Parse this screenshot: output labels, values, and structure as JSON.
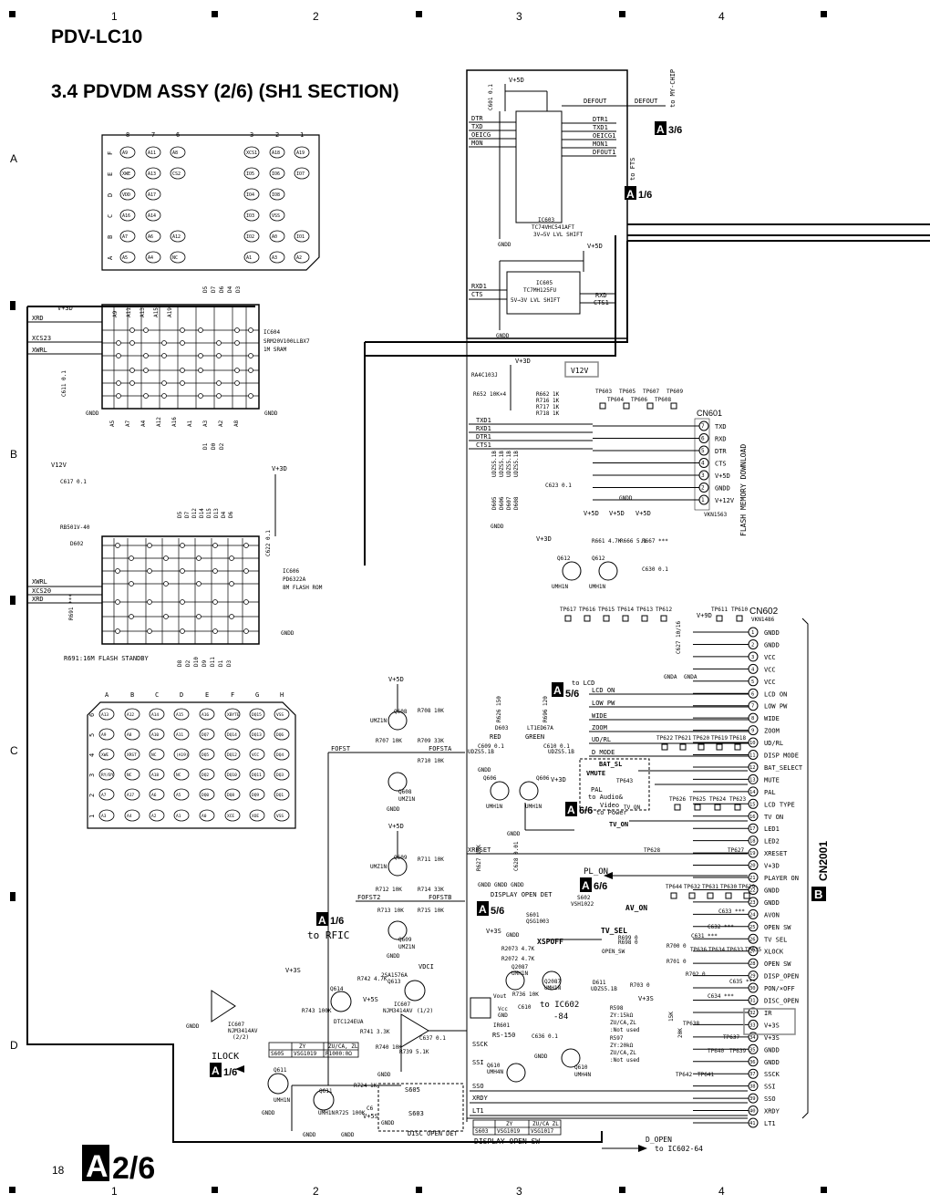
{
  "header": {
    "model": "PDV-LC10",
    "section_title": "3.4 PDVDM ASSY (2/6) (SH1 SECTION)"
  },
  "grid": {
    "cols": [
      "1",
      "2",
      "3",
      "4"
    ],
    "rows": [
      "A",
      "B",
      "C",
      "D"
    ]
  },
  "footer": {
    "page_number": "18",
    "sheet_letter": "A",
    "sheet_index": "2/6",
    "display_open_sw": "DISPLAY OPEN SW",
    "d_open": "D_OPEN",
    "to_ic602": "to IC602-64"
  },
  "bga_top": {
    "col_labels": [
      "8",
      "7",
      "6",
      "3",
      "2",
      "1"
    ],
    "row_labels": [
      "F",
      "E",
      "D",
      "C",
      "B",
      "A"
    ],
    "rows": [
      [
        "A9",
        "A11",
        "A8",
        "XCS1",
        "A18",
        "A19"
      ],
      [
        "XWE",
        "A13",
        "CS2",
        "IO5",
        "IO6",
        "IO7"
      ],
      [
        "VDD",
        "A17",
        "",
        "IO4",
        "IO8",
        ""
      ],
      [
        "A16",
        "A14",
        "",
        "IO3",
        "VSS",
        ""
      ],
      [
        "A7",
        "A6",
        "A12",
        "IO2",
        "A0",
        "IO1"
      ],
      [
        "A5",
        "A4",
        "NC",
        "A1",
        "A3",
        "A2"
      ]
    ]
  },
  "bga_bottom": {
    "col_labels": [
      "A",
      "B",
      "C",
      "D",
      "E",
      "F",
      "G",
      "H"
    ],
    "row_labels": [
      "6",
      "5",
      "4",
      "3",
      "2",
      "1"
    ],
    "rows": [
      [
        "A13",
        "A12",
        "A14",
        "A15",
        "A16",
        "XBYTE",
        "DQ15",
        "VSS"
      ],
      [
        "A9",
        "A8",
        "A10",
        "A11",
        "DQ7",
        "DQ14",
        "DQ13",
        "DQ6"
      ],
      [
        "XWE",
        "XRST",
        "NC",
        "(A19)",
        "DQ5",
        "DQ12",
        "VCC",
        "DQ4"
      ],
      [
        "RY/BY",
        "NC",
        "A18",
        "NC",
        "DQ2",
        "DQ10",
        "DQ11",
        "DQ3"
      ],
      [
        "A7",
        "A17",
        "A6",
        "A5",
        "DQ0",
        "DQ8",
        "DQ9",
        "DQ1"
      ],
      [
        "A3",
        "A4",
        "A2",
        "A1",
        "A0",
        "XCE",
        "XOE",
        "VSS"
      ]
    ]
  },
  "ic603": {
    "name": "IC603",
    "part": "TC74VHC541AFT",
    "desc": "3V→5V LVL SHIFT",
    "inputs": [
      "DTR",
      "TXD",
      "OEICG",
      "MON"
    ],
    "outputs": [
      "DTR1",
      "TXD1",
      "OEICG1",
      "MON1",
      "DFOUT1"
    ],
    "defout_in": "DEFOUT",
    "defout_out": "DEFOUT",
    "to_mychip": "to MY-CHIP",
    "to_fts": "to FTS",
    "ref_a36": "3/6",
    "ref_a16": "1/6",
    "cap": "C601 0.1",
    "gnd": "GNDD",
    "supply": "V+5D"
  },
  "ic605": {
    "name": "IC605",
    "part": "TC7MH125FU",
    "desc": "5V→3V LVL SHIFT",
    "inputs": [
      "RXD1",
      "CTS"
    ],
    "outputs": [
      "RXD",
      "CTS1"
    ],
    "supply": "V+5D",
    "gnd": "GNDD"
  },
  "ic604": {
    "name": "IC604",
    "part": "SRM20V100LLBX7",
    "desc": "1M SRAM",
    "signals_left": [
      "XRD",
      "XCS23",
      "XWRL"
    ],
    "pins_top": [
      "A9",
      "A11",
      "A13",
      "A15",
      "A19"
    ],
    "pins_bottom": [
      "A5",
      "A7",
      "A4",
      "A12",
      "A16",
      "A1",
      "A3",
      "A2",
      "A8"
    ],
    "data_top": [
      "D5",
      "D7",
      "D6",
      "D4",
      "D3"
    ],
    "data_bottom": [
      "D1",
      "D0",
      "D2"
    ],
    "supply": "V+3D",
    "cap": "C611 0.1",
    "gnd": "GNDD"
  },
  "ic606": {
    "name": "IC606",
    "part": "PD6322A",
    "desc": "8M FLASH ROM",
    "signals_left": [
      "XWRL",
      "XCS20",
      "XRD"
    ],
    "resistor": "RB501V-40",
    "diode": "D602",
    "r691": "R691 ***",
    "standby_note": "R691:16M FLASH STANDBY",
    "data_top": [
      "D5",
      "D7",
      "D12",
      "D14",
      "D15",
      "D13",
      "D4",
      "D6"
    ],
    "data_bottom": [
      "D8",
      "D2",
      "D10",
      "D9",
      "D11",
      "D1",
      "D3"
    ],
    "supply": "V+3D",
    "v12": "V12V",
    "cap": "C617 0.1",
    "cap2": "C622 0.1",
    "gnd": "GNDD"
  },
  "v12v_box": "V12V",
  "cn601": {
    "name": "CN601",
    "part": "VKN1563",
    "title": "FLASH MEMORY DOWNLOAD",
    "pins": [
      {
        "n": "7",
        "label": "TXD"
      },
      {
        "n": "6",
        "label": "RXD"
      },
      {
        "n": "5",
        "label": "DTR"
      },
      {
        "n": "4",
        "label": "CTS"
      },
      {
        "n": "3",
        "label": "V+5D"
      },
      {
        "n": "2",
        "label": "GNDD"
      },
      {
        "n": "1",
        "label": "V+12V"
      }
    ],
    "testpoints_top": [
      "TP603",
      "TP605",
      "TP607",
      "TP609"
    ],
    "testpoints_bot": [
      "TP604",
      "TP606",
      "TP608"
    ],
    "resnet": "RA4C103J",
    "r652": "R652 10K×4",
    "r_serial": [
      "R662 1K",
      "R716 1K",
      "R717 1K",
      "R718 1K"
    ],
    "sig_in": [
      "TXD1",
      "RXD1",
      "DTR1",
      "CTS1"
    ],
    "c623": "C623 0.1",
    "diodes": [
      "D605",
      "D606",
      "D607",
      "D608"
    ],
    "udz": [
      "UDZS5.1B",
      "UDZS5.1B",
      "UDZS5.1B",
      "UDZS5.1B"
    ]
  },
  "q612": {
    "q1": "Q612",
    "q2": "Q612",
    "type": "UMH1N",
    "r661": "R661 4.7K",
    "r666": "R666 5.1",
    "r667": "R667 ***",
    "c630": "C630 0.1",
    "supply": "V+5D",
    "v3d": "V+3D"
  },
  "cn602": {
    "name": "CN602",
    "part": "VKN1486",
    "side_label": "CN2001",
    "side_ref": "B",
    "testpoints": [
      "TP617",
      "TP616",
      "TP615",
      "TP614",
      "TP613",
      "TP612",
      "TP611",
      "TP610"
    ],
    "pins": [
      {
        "n": "1",
        "label": "GNDD"
      },
      {
        "n": "2",
        "label": "GNDD"
      },
      {
        "n": "3",
        "label": "VCC"
      },
      {
        "n": "4",
        "label": "VCC"
      },
      {
        "n": "5",
        "label": "VCC"
      },
      {
        "n": "6",
        "label": "LCD ON"
      },
      {
        "n": "7",
        "label": "LOW PW"
      },
      {
        "n": "8",
        "label": "WIDE"
      },
      {
        "n": "9",
        "label": "ZOOM"
      },
      {
        "n": "10",
        "label": "UD/RL"
      },
      {
        "n": "11",
        "label": "DISP MODE"
      },
      {
        "n": "12",
        "label": "BAT_SELECT"
      },
      {
        "n": "13",
        "label": "MUTE"
      },
      {
        "n": "14",
        "label": "PAL"
      },
      {
        "n": "15",
        "label": "LCD TYPE"
      },
      {
        "n": "16",
        "label": "TV ON"
      },
      {
        "n": "17",
        "label": "LED1"
      },
      {
        "n": "18",
        "label": "LED2"
      },
      {
        "n": "19",
        "label": "XRESET"
      },
      {
        "n": "20",
        "label": "V+3D"
      },
      {
        "n": "21",
        "label": "PLAYER ON"
      },
      {
        "n": "22",
        "label": "GNDD"
      },
      {
        "n": "23",
        "label": "GNDD"
      },
      {
        "n": "24",
        "label": "AVON"
      },
      {
        "n": "25",
        "label": "OPEN SW"
      },
      {
        "n": "26",
        "label": "TV SEL"
      },
      {
        "n": "27",
        "label": "XLOCK"
      },
      {
        "n": "28",
        "label": "OPEN SW"
      },
      {
        "n": "29",
        "label": "DISP_OPEN"
      },
      {
        "n": "30",
        "label": "PON/×OFF"
      },
      {
        "n": "31",
        "label": "DISC_OPEN"
      },
      {
        "n": "32",
        "label": "IR"
      },
      {
        "n": "33",
        "label": "V+3S"
      },
      {
        "n": "34",
        "label": "V+3S"
      },
      {
        "n": "35",
        "label": "GNDD"
      },
      {
        "n": "36",
        "label": "GNDD"
      },
      {
        "n": "37",
        "label": "SSCK"
      },
      {
        "n": "38",
        "label": "SSI"
      },
      {
        "n": "39",
        "label": "SSO"
      },
      {
        "n": "40",
        "label": "XRDY"
      },
      {
        "n": "41",
        "label": "LT1"
      }
    ],
    "supply": "V+9D",
    "c627": "C627 10/16",
    "gnda": [
      "GNDA",
      "GNDA"
    ]
  },
  "to_lcd": {
    "ref": "5/6",
    "to": "to LCD",
    "signals": [
      "LCD_ON",
      "LOW_PW",
      "WIDE",
      "ZOOM",
      "UD/RL",
      "D_MODE"
    ],
    "bat_sl": "BAT_SL",
    "vmute": "VMUTE",
    "pal": "PAL",
    "tp643": "TP643",
    "tp_row": [
      "TP622",
      "TP621",
      "TP620",
      "TP619",
      "TP618"
    ],
    "tp_row2": [
      "TP626",
      "TP625",
      "TP624",
      "TP623"
    ]
  },
  "to_audio": {
    "ref": "6/6",
    "lines": [
      "to Audio&",
      "Video",
      "to Power"
    ],
    "tv_on": "TV_ON",
    "tv_on2": "TV_ON"
  },
  "led_section": {
    "diode": "D603",
    "part": "LT1ED67A",
    "red": "RED",
    "green": "GREEN",
    "r626": "R626 150",
    "r696": "R696 120",
    "c609": "C609 0.1",
    "c610": "C610 0.1",
    "udz_a": "UDZS5.1B",
    "udz_b": "UDZS5.1B",
    "q606a": "Q606",
    "q606b": "Q606",
    "type": "UMH1N",
    "gnd": "GNDD",
    "v3d": "V+3D"
  },
  "fofst": {
    "supply": "V+5D",
    "q608a": "Q608",
    "q608b": "Q608",
    "type": "UMZ1N",
    "r708": "R708 10K",
    "r707": "R707 10K",
    "r709": "R709 33K",
    "r710": "R710 10K",
    "in": "FOFST",
    "out": "FOFSTA",
    "gnd": "GNDD"
  },
  "fofst2": {
    "supply": "V+5D",
    "q609a": "Q609",
    "q609b": "Q609",
    "type": "UMZ1N",
    "r711": "R711 10K",
    "r712": "R712 10K",
    "r714": "R714 33K",
    "r715": "R715 10K",
    "r713": "R713 10K",
    "in": "FOFST2",
    "out": "FOFSTB",
    "gnd": "GNDD",
    "ref": "1/6",
    "to": "to RFIC"
  },
  "reset": {
    "xreset": "XRESET",
    "c628": "C628 0.01",
    "r627": "R627 10K",
    "gnd": "GNDD",
    "tp628": "TP628",
    "tp627": "TP627",
    "pl_on": "PL_ON",
    "ref": "6/6"
  },
  "display_open": {
    "title": "DISPLAY OPEN DET",
    "s602": "S602",
    "s602part": "VSH1022",
    "s601": "S601",
    "s601part": "QSG1003",
    "ref": "5/6",
    "av_on": "AV_ON",
    "tv_sel": "TV_SEL",
    "open_sw": "OPEN_SW",
    "xspoff": "XSPOFF",
    "r698": "R698 0",
    "r699": "R699 0",
    "r700": "R700 0",
    "r701": "R701 0",
    "r702": "R702 0",
    "tps": [
      "TP644",
      "TP632",
      "TP631",
      "TP630",
      "TP629"
    ],
    "tps2": [
      "TP636",
      "TP634",
      "TP633",
      "TP635"
    ],
    "c631": "C631 ***",
    "c632": "C632 ***",
    "c633": "C633 ***",
    "c634": "C634 ***",
    "c635": "C635 ***"
  },
  "ir_section": {
    "v3s": "V+3S",
    "gnd": "GNDD",
    "r2073": "R2073 4.7K",
    "r2072": "R2072 4.7K",
    "q2087": "Q2087",
    "q2087b": "Q2087",
    "type": "UMH1N",
    "r736": "R736 10K",
    "c610": "C610",
    "rs150": "RS-150",
    "ir601": "IR601",
    "to_ic602": "to IC602",
    "to_ic602_pin": "-84",
    "d611": "D611",
    "udz": "UDZS5.1B",
    "r703": "R703 0",
    "c636": "C636 0.1",
    "vout": "Vout",
    "vcc": "Vcc",
    "gnd2": "GND"
  },
  "zy_table": {
    "r598": "R598",
    "zy": "ZY:15kΩ",
    "zu": "ZU/CA,ZL",
    "notused": ":Not used",
    "r597": "R597",
    "zy2": "ZY:20kΩ",
    "zu2": "ZU/CA,ZL",
    "notused2": ":Not used",
    "r15k": "15K",
    "r20k": "20K",
    "tp638": "TP638",
    "tp637": "TP637",
    "tp640": "TP640",
    "tp639": "TP639",
    "tp642": "TP642",
    "tp641": "TP641",
    "v3s": "V+3S"
  },
  "ssi": {
    "ssck": "SSCK",
    "ssi": "SSI",
    "sso": "SSO",
    "xrdy": "XRDY",
    "lt1": "LT1",
    "q610a": "Q610",
    "q610b": "Q610",
    "type": "UMH4N",
    "gnd": "GNDD"
  },
  "mute_section": {
    "v3s": "V+3S",
    "vdci": "VDCI",
    "q614": "Q614",
    "q614part": "DTC124EUA",
    "q613": "Q613",
    "q613part": "2SA1576A",
    "r742": "R742 4.7K",
    "r743": "R743 100K",
    "r741": "R741 3.3K",
    "ic607": "IC607",
    "ic607part": "NJM3414AV",
    "ic607half": "(1/2)",
    "ic607b": "IC607",
    "ic607bpart": "NJM3414AV",
    "ic607bhalf": "(2/2)",
    "r740": "R740 10K",
    "r739": "R739 5.1K",
    "c637": "C637 0.1",
    "v5s": "V+5S",
    "gnd": "GNDD",
    "table_hdr": [
      "ZY",
      "ZU/CA, ZL"
    ],
    "table_row": [
      "S605",
      "VSG1019",
      "R1000:0Ω"
    ]
  },
  "ilock": {
    "label": "ILOCK",
    "ref": "1/6",
    "q611": "Q611",
    "q611b": "Q611",
    "type": "UMH1N",
    "r724": "R724 1K",
    "r725": "R725 100K",
    "c6": "C6",
    "s605": "S605",
    "s603": "S603",
    "disc_open": "DISC OPEN DET",
    "v5s": "V+5S",
    "gnd": "GNDD"
  },
  "s603_table": {
    "hdr": [
      "ZY",
      "ZU/CA ZL"
    ],
    "row": [
      "S603",
      "VSG1019",
      "VSG1017"
    ]
  }
}
